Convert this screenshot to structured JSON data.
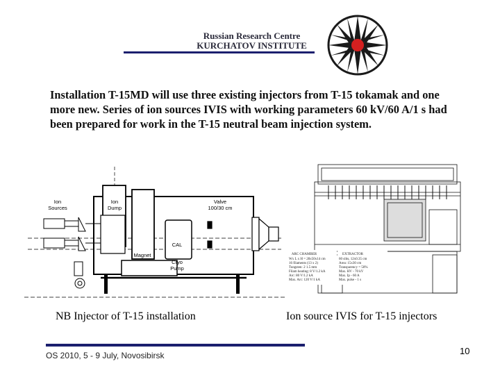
{
  "header": {
    "org_line1": "Russian Research Centre",
    "org_line2": "KURCHATOV INSTITUTE"
  },
  "body": {
    "paragraph": "Installation T-15MD will use three existing injectors from T-15 tokamak and one more new. Series of ion sources IVIS with working parameters 60 kV/60 A/1 s had been prepared for work in the T-15 neutral beam injection system."
  },
  "diagram": {
    "label_ion_sources_1": "Ion",
    "label_ion_sources_2": "Sources",
    "label_ion_dump_1": "Ion",
    "label_ion_dump_2": "Dump",
    "label_valve_1": "Valve",
    "label_valve_2": "100/30 cm",
    "label_cal": "CAL",
    "label_magnet": "Magnet",
    "label_cryo_1": "Cryo",
    "label_cryo_2": "Pump"
  },
  "ion_source_image": {
    "arc_chamber_title": "ARC CHAMBER",
    "arc_chamber_lines": [
      "Wx L x H = 28x50x14 cm",
      "16 filaments (13 x 2)",
      "Tungsten: 2 1.5 mm",
      "Filam heating: 8 V/1.2 kA",
      "Arc: 80 V/1.2 kA",
      "Max. Arc: 120 V/1 kA"
    ],
    "extractor_title": "EXTRACTOR",
    "extractor_lines": [
      "60 slits, 12x0.35 cm",
      "Area: 15x30 cm",
      "Transparency = 50%",
      "Max. HV - 70 kV",
      "Max. Ip - 60 A",
      "Max. pulse - 1 s"
    ]
  },
  "captions": {
    "left": "NB Injector of T-15 installation",
    "right": "Ion source IVIS for T-15 injectors"
  },
  "footer": {
    "conference": "OS 2010, 5 - 9 July, Novosibirsk",
    "page_number": "10"
  },
  "colors": {
    "accent_navy": "#1b1f6e",
    "logo_red": "#d42020"
  }
}
